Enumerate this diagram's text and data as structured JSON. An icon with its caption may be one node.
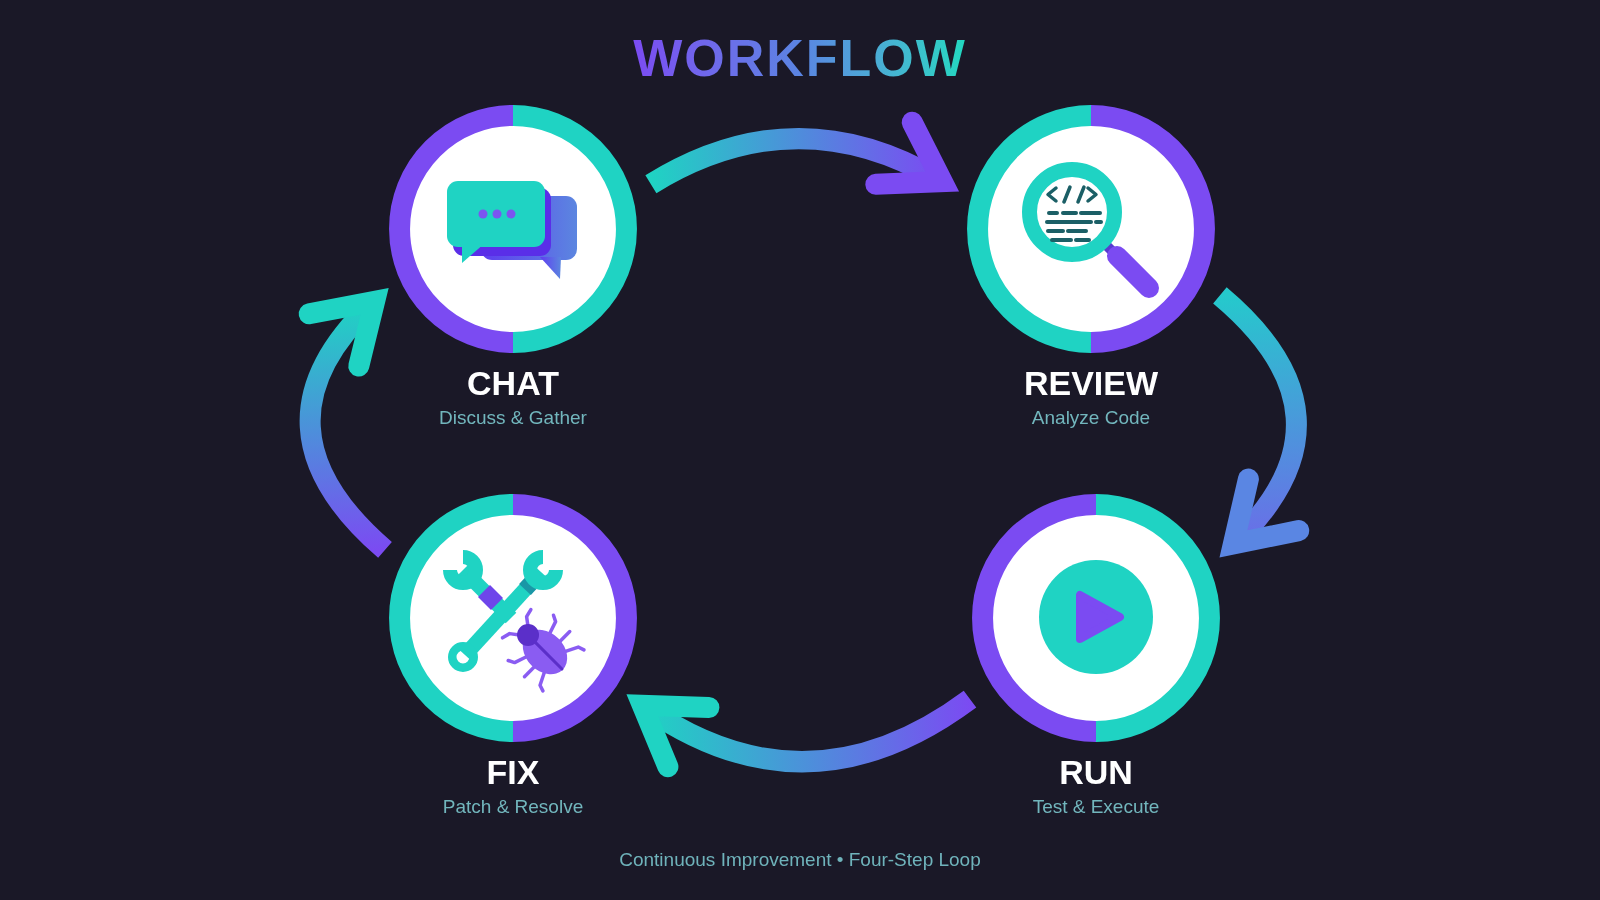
{
  "diagram": {
    "title": "WORKFLOW",
    "caption": "Continuous Improvement • Four-Step Loop",
    "nodes": [
      {
        "text": [
          "CHAT",
          "Discuss & Gather"
        ]
      },
      {
        "text": [
          "REVIEW",
          "Analyze Code"
        ]
      },
      {
        "text": [
          "FIX",
          "Patch & Resolve"
        ]
      },
      {
        "text": [
          "RUN",
          "Test & Execute"
        ]
      }
    ],
    "edges": [
      {
        "from": 0,
        "to": 1,
        "arrow": "to"
      },
      {
        "from": 1,
        "to": 3,
        "arrow": "to"
      },
      {
        "from": 3,
        "to": 2,
        "arrow": "to"
      },
      {
        "from": 2,
        "to": 0,
        "arrow": "to"
      }
    ]
  }
}
